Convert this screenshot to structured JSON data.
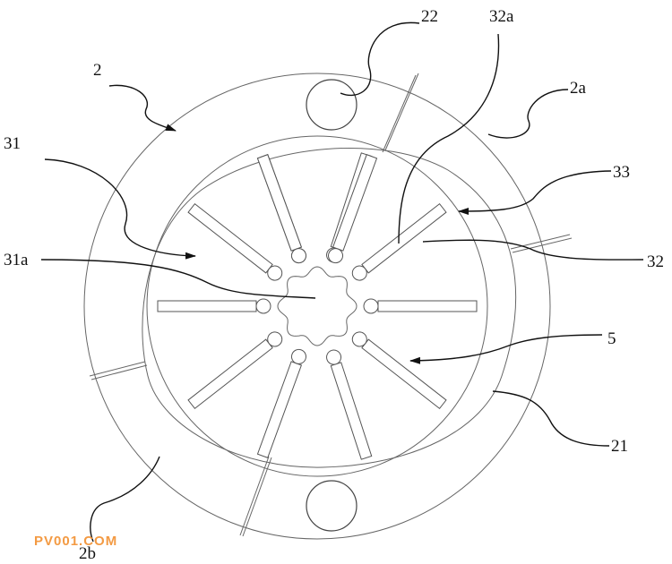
{
  "labels": {
    "l2": "2",
    "l22": "22",
    "l32a": "32a",
    "l2a": "2a",
    "l31": "31",
    "l33": "33",
    "l31a": "31a",
    "l32": "32",
    "l5": "5",
    "l21": "21",
    "l2b": "2b"
  },
  "watermark": "PV001.COM",
  "colors": {
    "watermark": "#f39a43",
    "line": "#555555"
  }
}
